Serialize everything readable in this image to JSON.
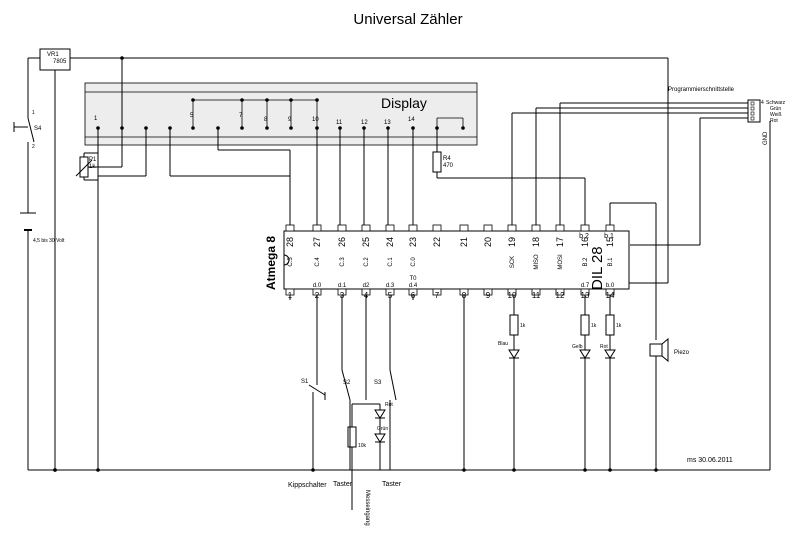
{
  "title": "Universal Zähler",
  "display": {
    "label": "Display",
    "pins": [
      "1",
      "5",
      "7",
      "8",
      "9",
      "10",
      "11",
      "12",
      "13",
      "14"
    ]
  },
  "regulator": {
    "ref": "VR1",
    "type": "7805"
  },
  "switch_s4": "S4",
  "battery": "4,5 bis 30 Volt",
  "pot": {
    "ref": "P1",
    "value": "1k"
  },
  "r4": {
    "ref": "R4",
    "value": "470"
  },
  "chip": {
    "name": "Atmega 8",
    "package": "DIL 28",
    "top_pins": [
      "28",
      "27",
      "26",
      "25",
      "24",
      "23",
      "22",
      "21",
      "20",
      "19",
      "18",
      "17",
      "16",
      "15"
    ],
    "top_labels": [
      "C.5",
      "C.4",
      "C.3",
      "C.2",
      "C.1",
      "C.0",
      "",
      "",
      "",
      "SCK",
      "MISO",
      "MOSI",
      "B.2",
      "B.1"
    ],
    "top_port": [
      "",
      "",
      "",
      "",
      "",
      "",
      "",
      "",
      "",
      "",
      "",
      "",
      "b.2",
      "b.1"
    ],
    "bottom_pins": [
      "1",
      "2",
      "3",
      "4",
      "5",
      "6",
      "7",
      "8",
      "9",
      "10",
      "11",
      "12",
      "13",
      "14"
    ],
    "bottom_labels": [
      "",
      "d.0",
      "d.1",
      "d2",
      "d.3",
      "T0\nd.4",
      "",
      "",
      "",
      "",
      "",
      "",
      "d.7",
      "b.0"
    ]
  },
  "programming": {
    "title": "Programmierschnittstelle",
    "wires": [
      "Schwarz",
      "Grün",
      "Weiß",
      "Rot"
    ],
    "gnd": "GND",
    "pin4": "4"
  },
  "leds": [
    {
      "name": "Blau",
      "resistor": "1k"
    },
    {
      "name": "Gelb",
      "resistor": "1k"
    },
    {
      "name": "Rot",
      "resistor": "1k"
    }
  ],
  "piezo": "Piezo",
  "switches": [
    {
      "ref": "S1",
      "label": "Kippschalter"
    },
    {
      "ref": "S2",
      "label": "Taster"
    },
    {
      "ref": "S3",
      "label": "Taster"
    }
  ],
  "input_leds": [
    "Rot",
    "Grün"
  ],
  "input_resistor": "10k",
  "input_label": "Messeingang",
  "footer": "ms 30.06.2011"
}
